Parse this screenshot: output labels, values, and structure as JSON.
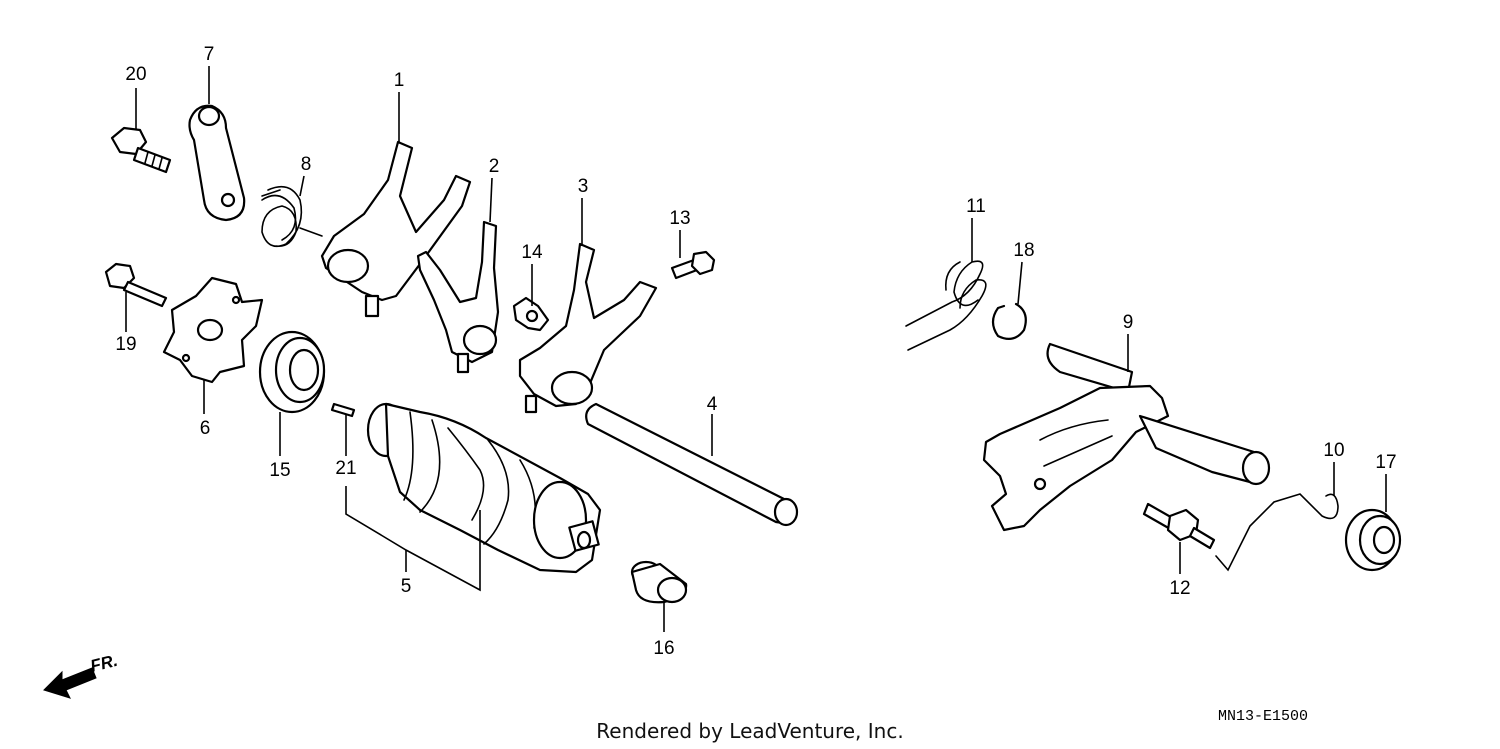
{
  "diagram": {
    "callouts": [
      "1",
      "2",
      "3",
      "4",
      "5",
      "6",
      "7",
      "8",
      "9",
      "10",
      "11",
      "12",
      "13",
      "14",
      "15",
      "16",
      "17",
      "18",
      "19",
      "20",
      "21"
    ],
    "direction_label": "FR.",
    "diagram_code": "MN13-E1500",
    "footer": "Rendered by LeadVenture, Inc."
  }
}
